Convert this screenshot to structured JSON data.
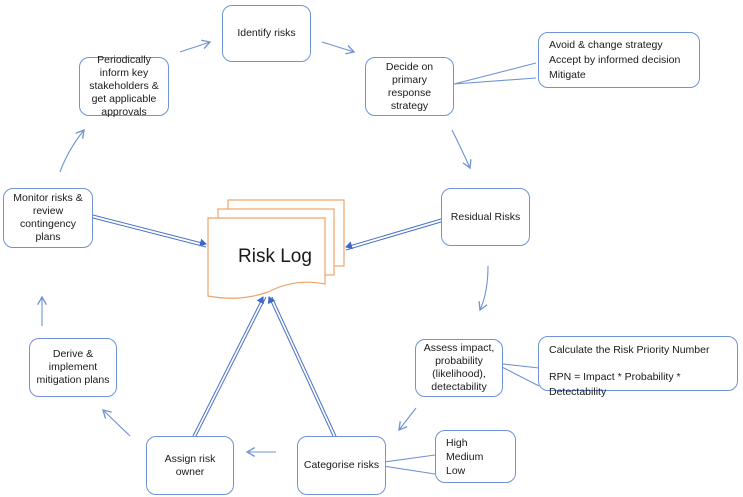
{
  "diagram": {
    "center": {
      "label": "Risk Log"
    },
    "steps": [
      {
        "id": "identify",
        "label": "Identify risks"
      },
      {
        "id": "decide",
        "label": "Decide on primary response strategy"
      },
      {
        "id": "residual",
        "label": "Residual Risks"
      },
      {
        "id": "assess",
        "label": "Assess impact, probability (likelihood), detectability"
      },
      {
        "id": "categorise",
        "label": "Categorise risks"
      },
      {
        "id": "assign",
        "label": "Assign risk owner"
      },
      {
        "id": "derive",
        "label": "Derive & implement mitigation plans"
      },
      {
        "id": "monitor",
        "label": "Monitor risks & review contingency plans"
      },
      {
        "id": "inform",
        "label": "Periodically inform key stakeholders & get applicable approvals"
      }
    ],
    "notes": {
      "strategy": [
        "Avoid & change strategy",
        "Accept by informed decision",
        "Mitigate"
      ],
      "rpn": [
        "Calculate the Risk Priority Number",
        "RPN = Impact * Probability * Detectability"
      ],
      "categories": [
        "High",
        "Medium",
        "Low"
      ]
    },
    "colors": {
      "box_border": "#6f93d6",
      "arrow": "#4a72c8",
      "log_border": "#f0a36a"
    }
  }
}
